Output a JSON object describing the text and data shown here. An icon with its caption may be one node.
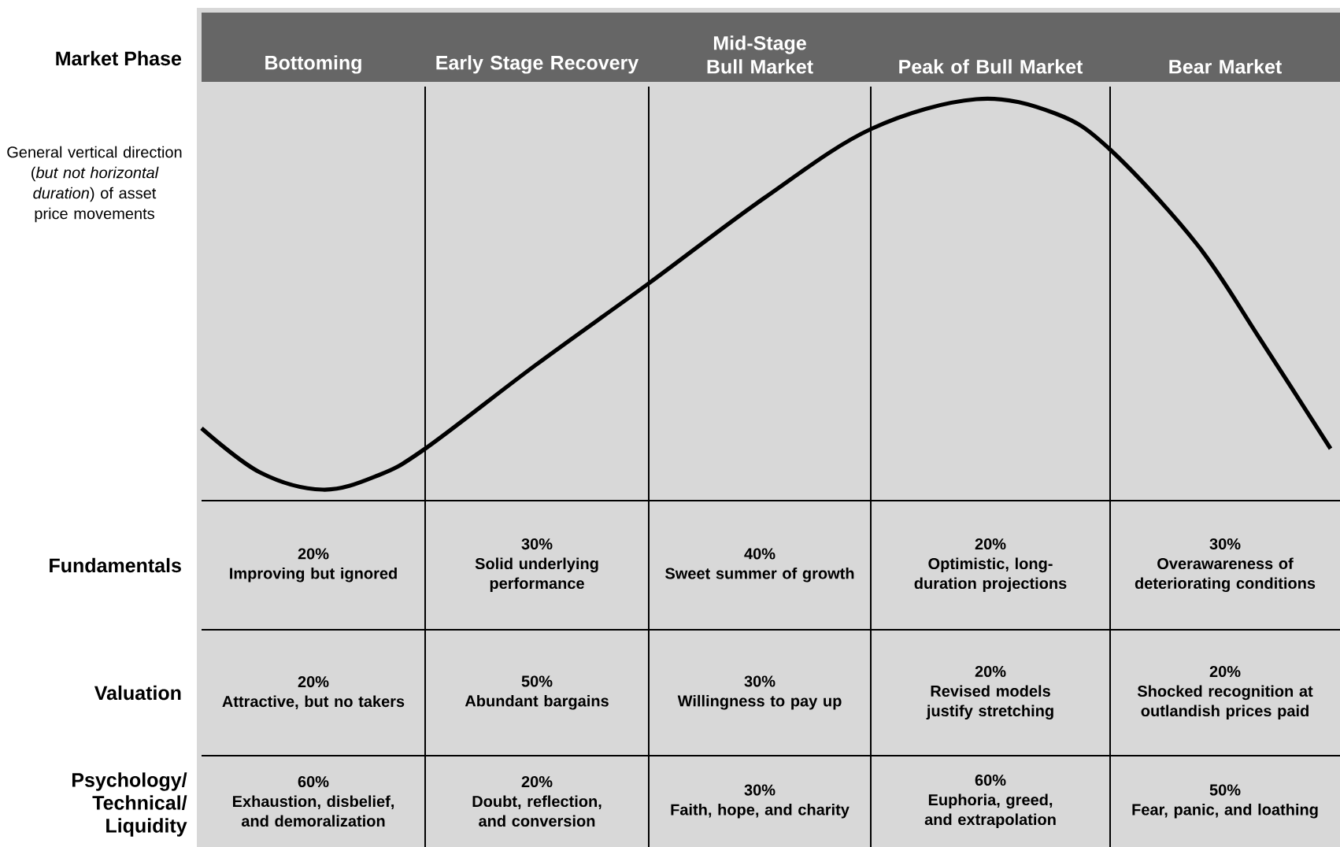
{
  "diagram": {
    "labels": [
      "Market Phase",
      "Bottoming",
      "Early Stage Recovery",
      "Mid-Stage Bull Market",
      "Peak of Bull Market",
      "Bear Market",
      "General vertical direction (*but not horizontal duration*) of asset price movements",
      "Fundamentals",
      "20%",
      "Improving but ignored",
      "30%",
      "Solid underlying performance",
      "40%",
      "Sweet summer of growth",
      "20%",
      "Optimistic, long-duration projections",
      "30%",
      "Overawareness of deteriorating conditions",
      "Valuation",
      "20%",
      "Attractive, but no takers",
      "50%",
      "Abundant bargains",
      "30%",
      "Willingness to pay up",
      "20%",
      "Revised models justify stretching",
      "20%",
      "Shocked recognition at outlandish prices paid",
      "Psychology/ Technical/ Liquidity",
      "60%",
      "Exhaustion, disbelief, and demoralization",
      "20%",
      "Doubt, reflection, and conversion",
      "30%",
      "Faith, hope, and charity",
      "60%",
      "Euphoria, greed, and extrapolation",
      "50%",
      "Fear, panic, and loathing"
    ]
  }
}
